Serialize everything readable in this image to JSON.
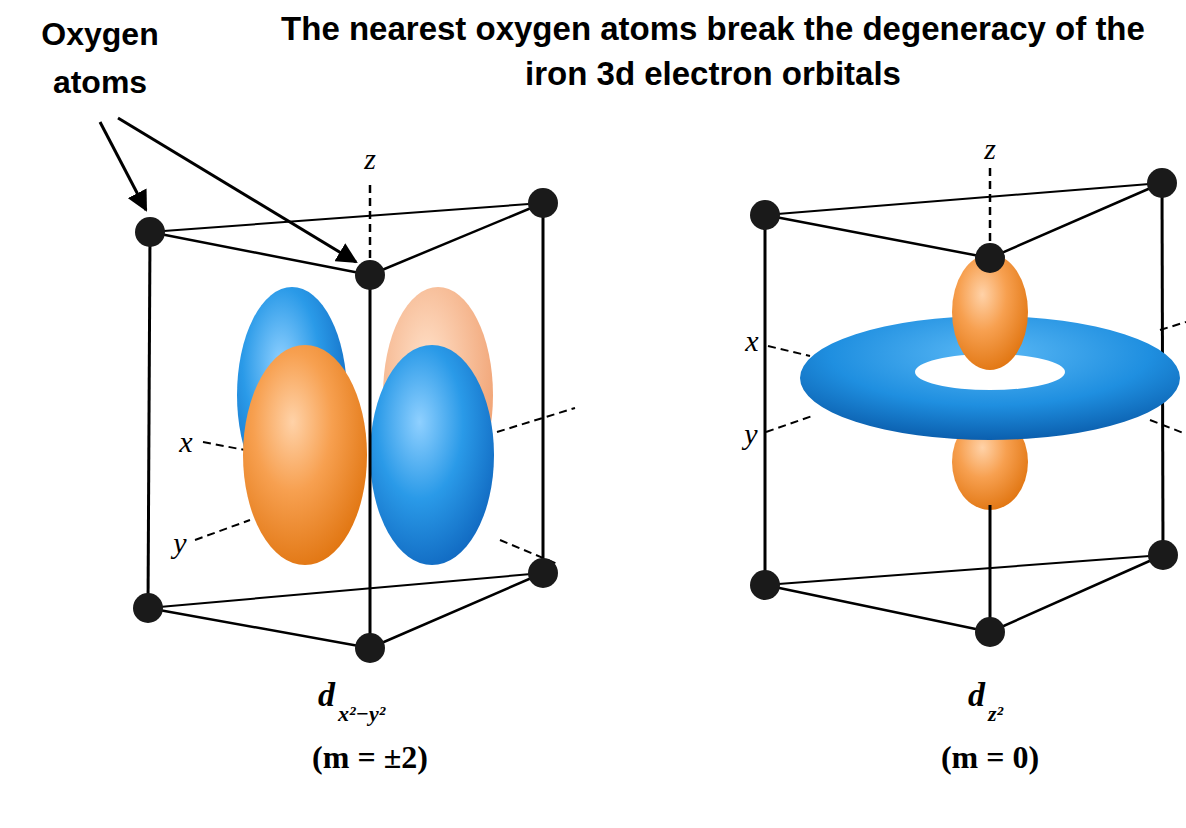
{
  "diagram": {
    "title": "The nearest oxygen atoms break the degeneracy of the iron 3d electron orbitals",
    "labels": [
      "Oxygen atoms",
      "z",
      "x",
      "y",
      "z",
      "x",
      "y",
      "d",
      "x²−y²",
      "(m = ±2)",
      "d",
      "z²",
      "(m = 0)"
    ]
  }
}
